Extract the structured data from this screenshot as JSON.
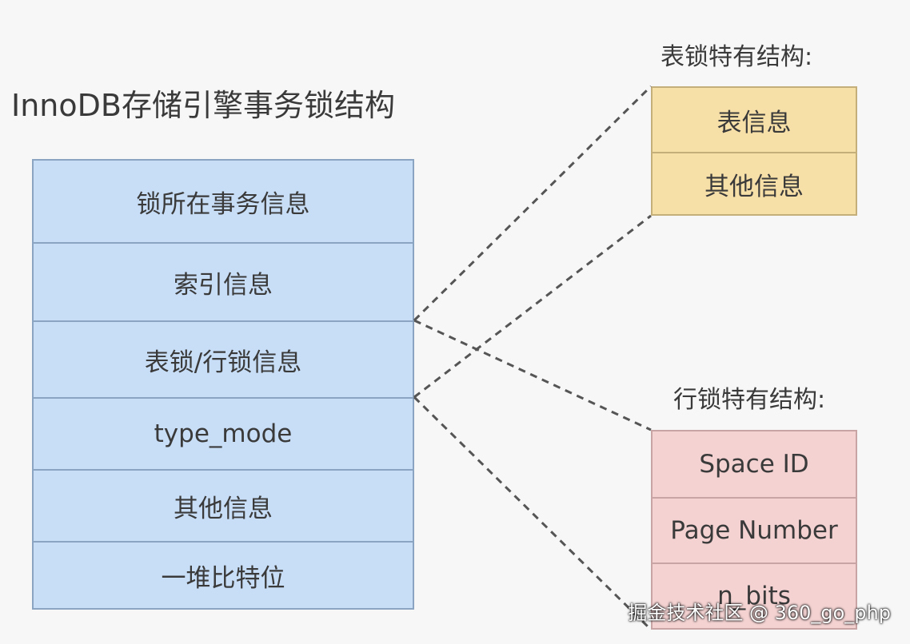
{
  "title": "InnoDB存储引擎事务锁结构",
  "main_structure": {
    "rows": [
      "锁所在事务信息",
      "索引信息",
      "表锁/行锁信息",
      "type_mode",
      "其他信息",
      "一堆比特位"
    ]
  },
  "table_lock": {
    "title": "表锁特有结构:",
    "rows": [
      "表信息",
      "其他信息"
    ]
  },
  "row_lock": {
    "title": "行锁特有结构:",
    "rows": [
      "Space ID",
      "Page Number",
      "n_bits"
    ]
  },
  "watermark": "掘金技术社区 @ 360_go_php",
  "colors": {
    "main_fill": "#c8def7",
    "table_fill": "#f7dfa8",
    "row_fill": "#f4d2d2",
    "dash_line": "#555555"
  }
}
